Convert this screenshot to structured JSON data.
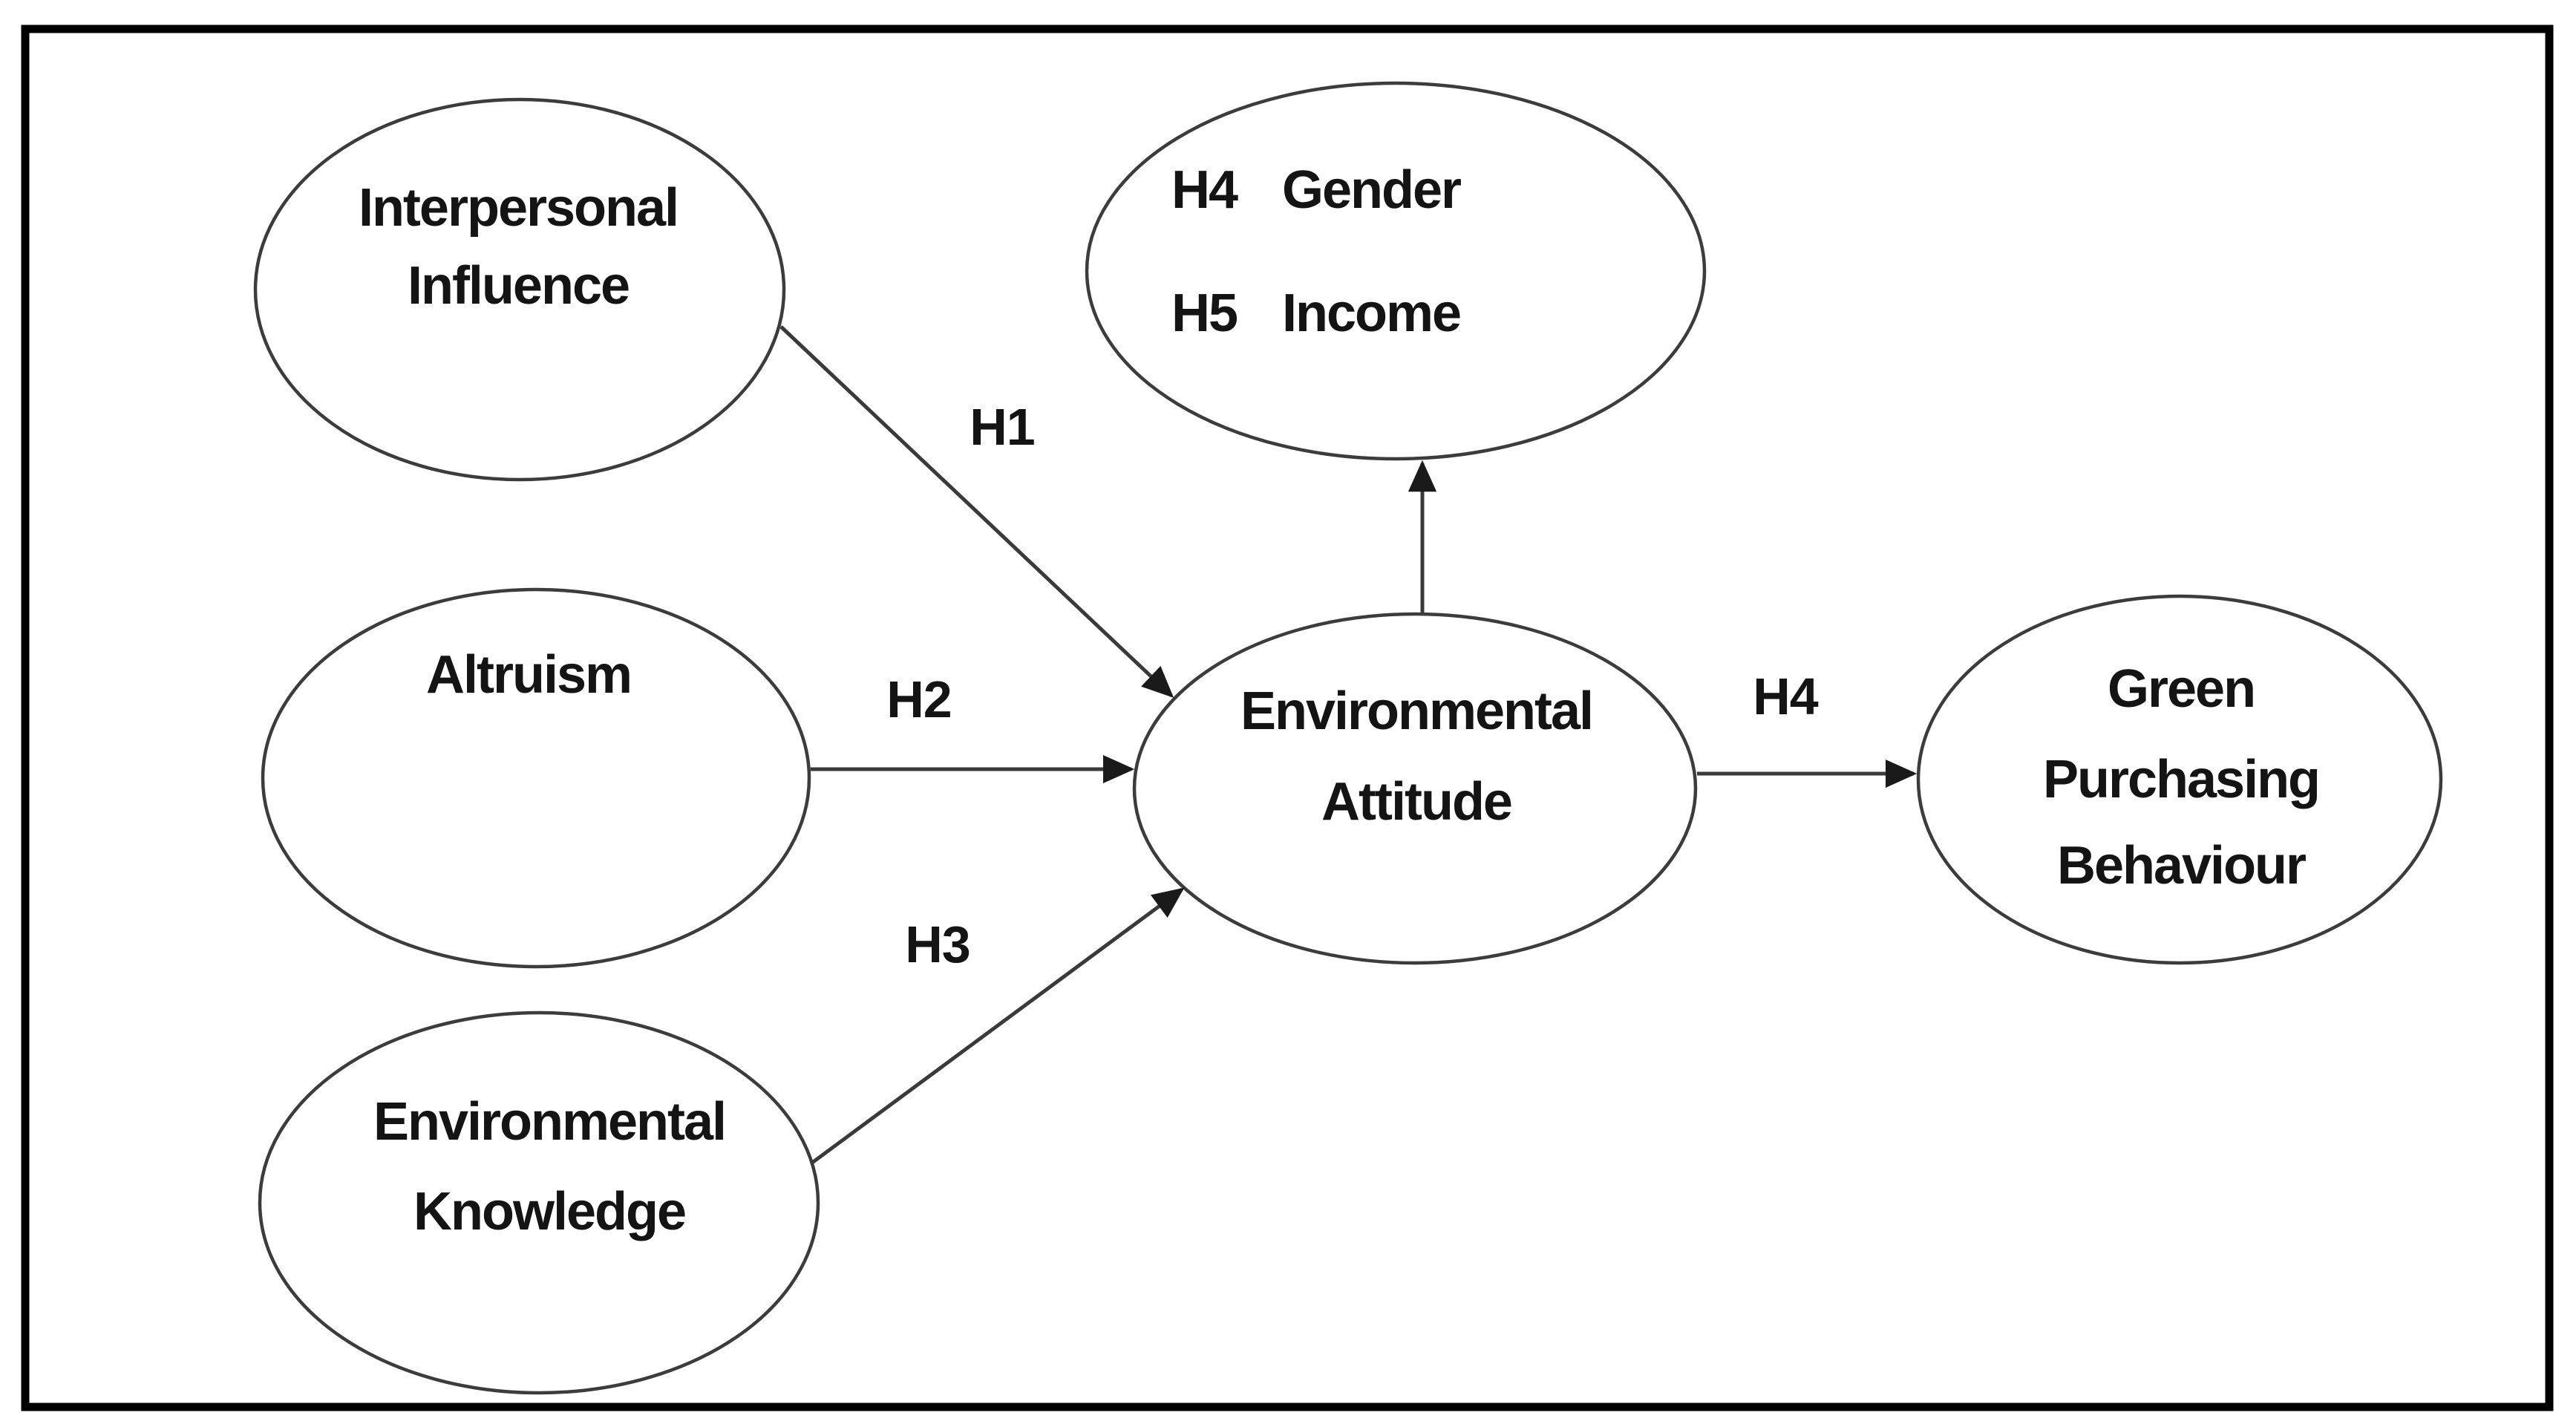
{
  "figure": {
    "background": "#ffffff",
    "border_color": "#000000",
    "shape_stroke_color": "#3c3c3c",
    "text_color": "#141414"
  },
  "nodes": {
    "interpersonal_influence": {
      "line1": "Interpersonal",
      "line2": "Influence"
    },
    "moderators": {
      "row1": {
        "tag": "H4",
        "label": "Gender"
      },
      "row2": {
        "tag": "H5",
        "label": "Income"
      }
    },
    "altruism": {
      "line1": "Altruism"
    },
    "environmental_attitude": {
      "line1": "Environmental",
      "line2": "Attitude"
    },
    "green_purchasing_behaviour": {
      "line1": "Green",
      "line2": "Purchasing",
      "line3": "Behaviour"
    },
    "environmental_knowledge": {
      "line1": "Environmental",
      "line2": "Knowledge"
    }
  },
  "hypotheses": {
    "h1": "H1",
    "h2": "H2",
    "h3": "H3",
    "h4": "H4"
  }
}
